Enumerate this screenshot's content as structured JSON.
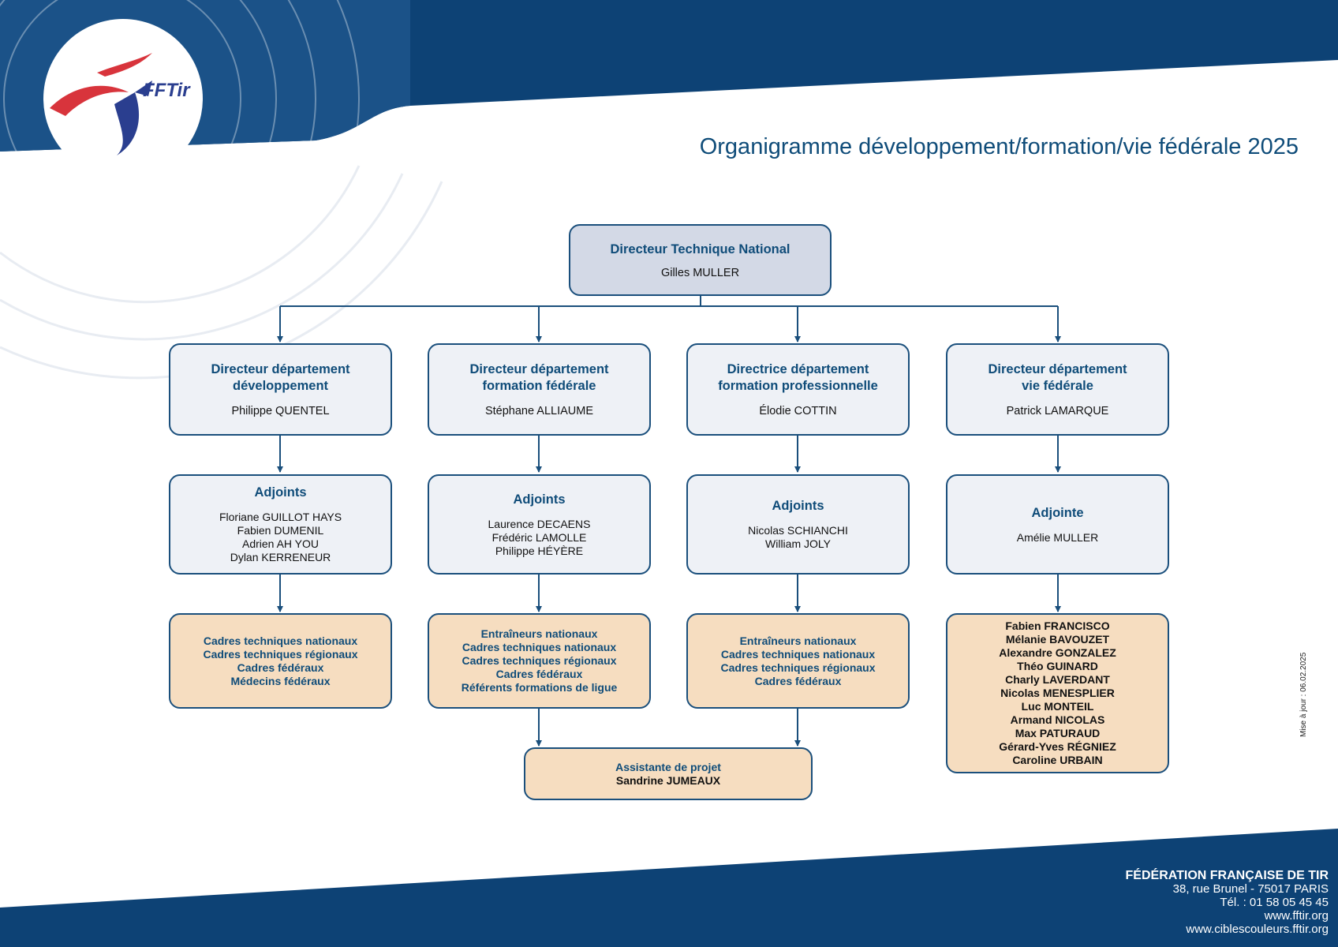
{
  "title": "Organigramme développement/formation/vie fédérale 2025",
  "logo": {
    "text": "FFTir"
  },
  "top": {
    "role": "Directeur Technique National",
    "name": "Gilles MULLER"
  },
  "directors": [
    {
      "role": "Directeur département développement",
      "role_lines": [
        "Directeur département",
        "développement"
      ],
      "name": "Philippe QUENTEL"
    },
    {
      "role": "Directeur département formation fédérale",
      "role_lines": [
        "Directeur département",
        "formation fédérale"
      ],
      "name": "Stéphane ALLIAUME"
    },
    {
      "role": "Directrice département formation professionnelle",
      "role_lines": [
        "Directrice département",
        "formation professionnelle"
      ],
      "name": "Élodie COTTIN"
    },
    {
      "role": "Directeur département vie fédérale",
      "role_lines": [
        "Directeur département",
        "vie fédérale"
      ],
      "name": "Patrick LAMARQUE"
    }
  ],
  "adjoints": [
    {
      "label": "Adjoints",
      "people": [
        "Floriane GUILLOT HAYS",
        "Fabien DUMENIL",
        "Adrien AH YOU",
        "Dylan KERRENEUR"
      ]
    },
    {
      "label": "Adjoints",
      "people": [
        "Laurence DECAENS",
        "Frédéric LAMOLLE",
        "Philippe HÉYÈRE"
      ]
    },
    {
      "label": "Adjoints",
      "people": [
        "Nicolas SCHIANCHI",
        "William JOLY"
      ]
    },
    {
      "label": "Adjointe",
      "people": [
        "Amélie MULLER"
      ]
    }
  ],
  "functions": [
    {
      "items": [
        "Cadres techniques nationaux",
        "Cadres techniques régionaux",
        "Cadres fédéraux",
        "Médecins fédéraux"
      ]
    },
    {
      "items": [
        "Entraîneurs nationaux",
        "Cadres techniques nationaux",
        "Cadres techniques régionaux",
        "Cadres fédéraux",
        "Référents formations de ligue"
      ]
    },
    {
      "items": [
        "Entraîneurs nationaux",
        "Cadres techniques nationaux",
        "Cadres techniques régionaux",
        "Cadres fédéraux"
      ]
    },
    {
      "items": [
        "Fabien FRANCISCO",
        "Mélanie BAVOUZET",
        "Alexandre GONZALEZ",
        "Théo GUINARD",
        "Charly LAVERDANT",
        "Nicolas MENESPLIER",
        "Luc MONTEIL",
        "Armand NICOLAS",
        "Max PATURAUD",
        "Gérard-Yves RÉGNIEZ",
        "Caroline URBAIN"
      ]
    }
  ],
  "assistant": {
    "role": "Assistante de projet",
    "name": "Sandrine JUMEAUX"
  },
  "update_note": "Mise à jour : 06.02.2025",
  "footer": {
    "federation": "FÉDÉRATION FRANÇAISE DE TIR",
    "address": "38, rue Brunel - 75017 PARIS",
    "phone": "Tél. : 01 58 05 45 45",
    "web1": "www.fftir.org",
    "web2": "www.ciblescouleurs.fftir.org"
  },
  "colors": {
    "navy": "#0d4275",
    "box_border": "#1a4f7c",
    "peach": "#f6ddc0",
    "light": "#eef1f6",
    "top_box": "#d3d9e6",
    "logo_red": "#d8343c"
  }
}
